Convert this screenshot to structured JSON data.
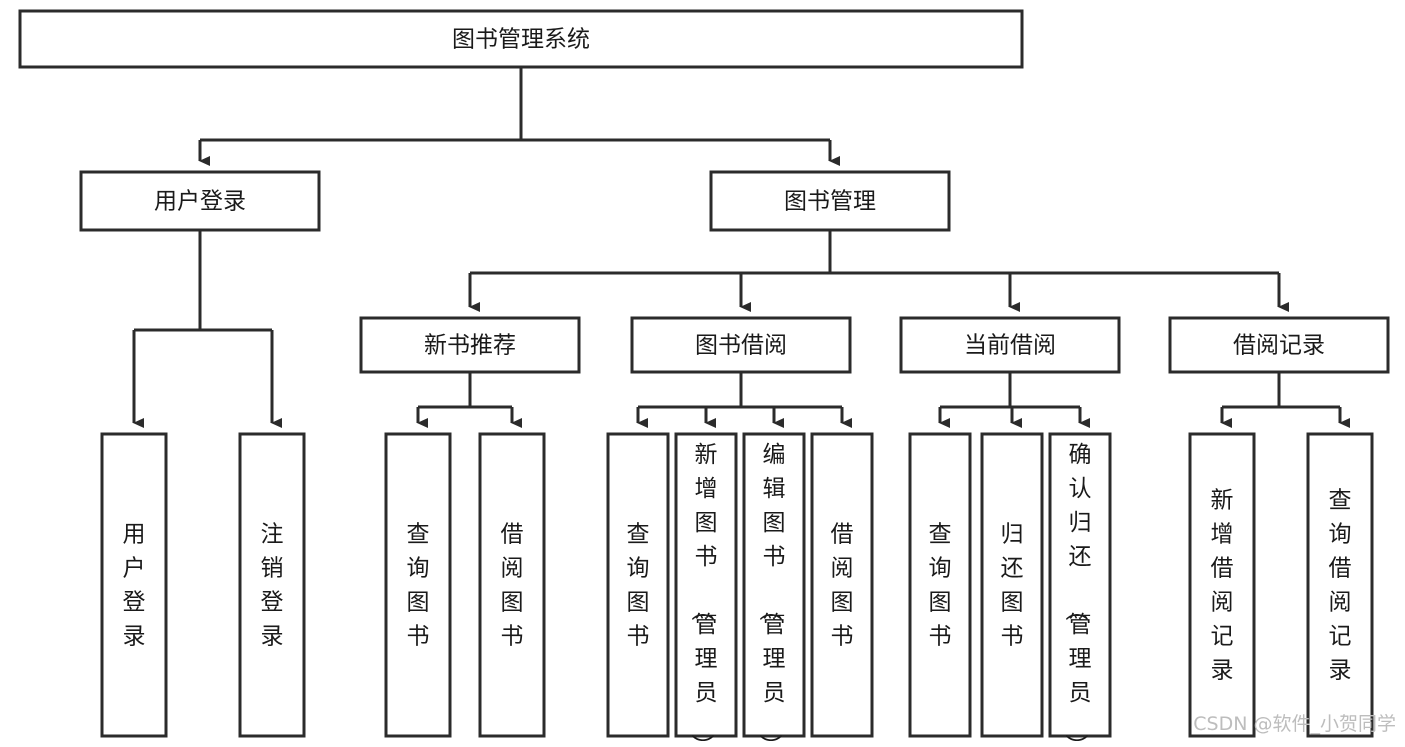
{
  "diagram": {
    "type": "tree-hierarchy",
    "title": "图书管理系统",
    "colors": {
      "background": "#ffffff",
      "box_fill": "#ffffff",
      "box_stroke": "#2b2b2b",
      "connector": "#2b2b2b",
      "text": "#1a1a1a",
      "watermark": "#bdbdbd"
    },
    "root": {
      "id": "root",
      "label": "图书管理系统",
      "orientation": "horizontal"
    },
    "level2": [
      {
        "id": "user-login",
        "label": "用户登录",
        "orientation": "horizontal"
      },
      {
        "id": "book-management",
        "label": "图书管理",
        "orientation": "horizontal"
      }
    ],
    "level3": [
      {
        "id": "new-book-recommend",
        "label": "新书推荐",
        "orientation": "horizontal",
        "parent": "book-management"
      },
      {
        "id": "book-borrow",
        "label": "图书借阅",
        "orientation": "horizontal",
        "parent": "book-management"
      },
      {
        "id": "current-borrow",
        "label": "当前借阅",
        "orientation": "horizontal",
        "parent": "book-management"
      },
      {
        "id": "borrow-record",
        "label": "借阅记录",
        "orientation": "horizontal",
        "parent": "book-management"
      }
    ],
    "leaves": [
      {
        "id": "leaf-user-login",
        "label": "用户登录",
        "orientation": "vertical",
        "parent": "user-login"
      },
      {
        "id": "leaf-user-logout",
        "label": "注销登录",
        "orientation": "vertical",
        "parent": "user-login"
      },
      {
        "id": "leaf-query-book-1",
        "label": "查询图书",
        "orientation": "vertical",
        "parent": "new-book-recommend"
      },
      {
        "id": "leaf-borrow-book-1",
        "label": "借阅图书",
        "orientation": "vertical",
        "parent": "new-book-recommend"
      },
      {
        "id": "leaf-query-book-2",
        "label": "查询图书",
        "orientation": "vertical",
        "parent": "book-borrow"
      },
      {
        "id": "leaf-add-book",
        "label": "新增图书（管理员）",
        "orientation": "vertical",
        "parent": "book-borrow"
      },
      {
        "id": "leaf-edit-book",
        "label": "编辑图书（管理员）",
        "orientation": "vertical",
        "parent": "book-borrow"
      },
      {
        "id": "leaf-borrow-book-2",
        "label": "借阅图书",
        "orientation": "vertical",
        "parent": "book-borrow"
      },
      {
        "id": "leaf-query-book-3",
        "label": "查询图书",
        "orientation": "vertical",
        "parent": "current-borrow"
      },
      {
        "id": "leaf-return-book",
        "label": "归还图书",
        "orientation": "vertical",
        "parent": "current-borrow"
      },
      {
        "id": "leaf-confirm-return",
        "label": "确认归还（管理员）",
        "orientation": "vertical",
        "parent": "current-borrow"
      },
      {
        "id": "leaf-add-record",
        "label": "新增借阅记录",
        "orientation": "vertical",
        "parent": "borrow-record"
      },
      {
        "id": "leaf-query-record",
        "label": "查询借阅记录",
        "orientation": "vertical",
        "parent": "borrow-record"
      }
    ]
  },
  "watermark": {
    "text": "CSDN @软件_小贺同学"
  }
}
